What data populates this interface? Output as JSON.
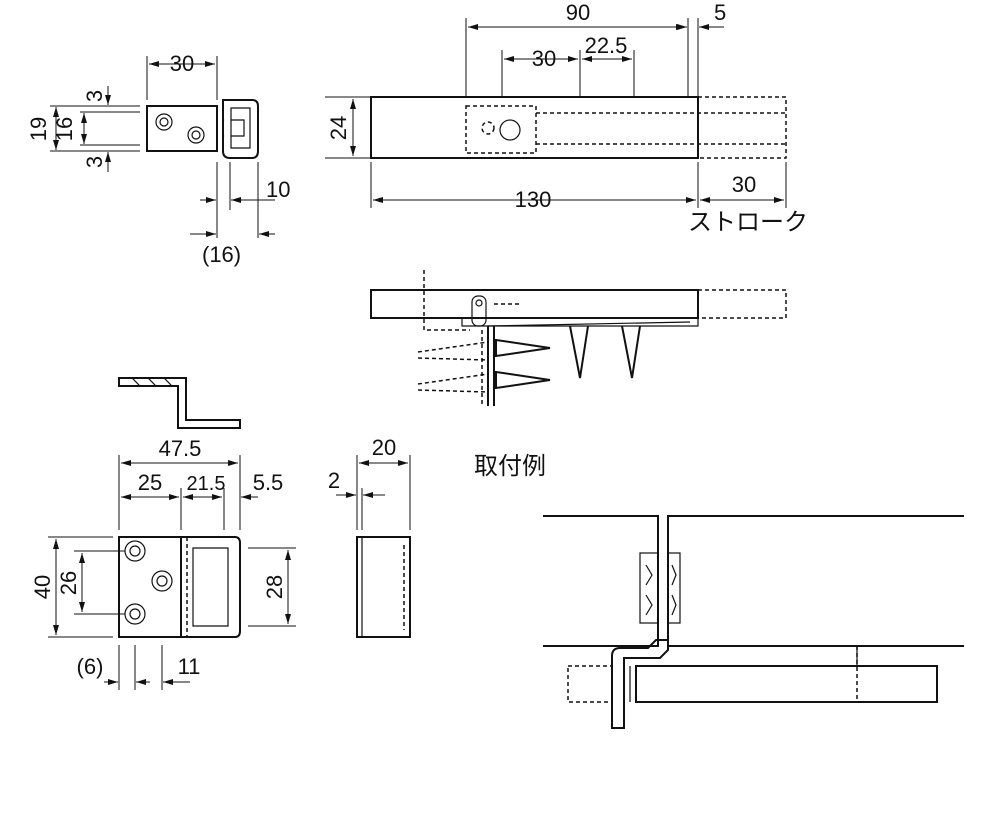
{
  "dims": {
    "top_30": "30",
    "top_3a": "3",
    "top_19": "19",
    "top_16": "16",
    "top_3b": "3",
    "top_10": "10",
    "top_16p": "(16)",
    "main_90": "90",
    "main_5": "5",
    "main_30": "30",
    "main_225": "22.5",
    "main_24": "24",
    "main_130": "130",
    "main_30s": "30",
    "stroke_label": "ストローク",
    "bot_475": "47.5",
    "bot_25": "25",
    "bot_215": "21.5",
    "bot_55": "5.5",
    "bot_40": "40",
    "bot_26": "26",
    "bot_28": "28",
    "bot_6p": "(6)",
    "bot_11": "11",
    "side_20": "20",
    "side_2": "2"
  },
  "example_label": "取付例"
}
